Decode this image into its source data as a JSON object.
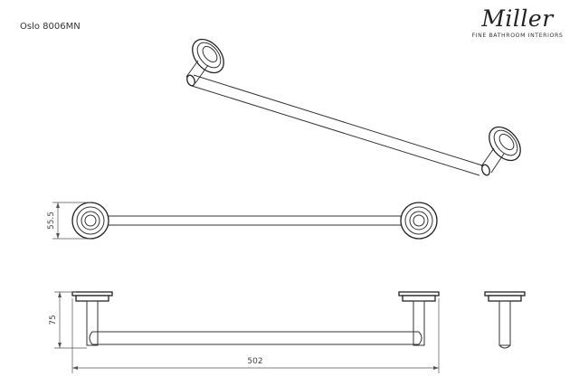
{
  "header": {
    "model": "Oslo 8006MN"
  },
  "brand": {
    "name": "Miller",
    "tagline": "FINE BATHROOM INTERIORS"
  },
  "dimensions": {
    "projection": "55.5",
    "height": "75",
    "length": "502"
  }
}
